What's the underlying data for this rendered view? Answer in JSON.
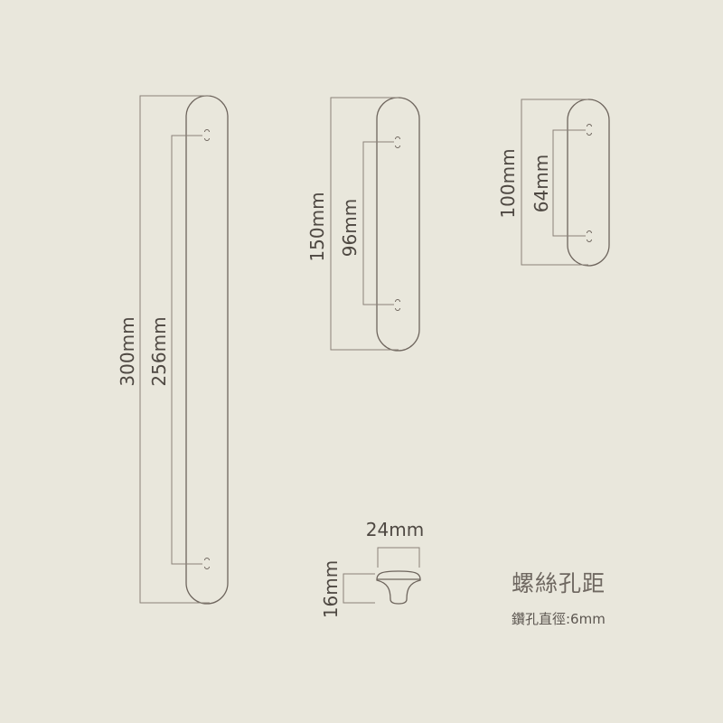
{
  "handles": [
    {
      "id": "handle-300",
      "length_label": "300mm",
      "hole_label": "256mm"
    },
    {
      "id": "handle-150",
      "length_label": "150mm",
      "hole_label": "96mm"
    },
    {
      "id": "handle-100",
      "length_label": "100mm",
      "hole_label": "64mm"
    }
  ],
  "knob": {
    "width_label": "24mm",
    "height_label": "16mm"
  },
  "caption": {
    "title": "螺絲孔距",
    "subtitle": "鑽孔直徑:6mm"
  },
  "colors": {
    "background": "#e9e7dc",
    "line": "#6e655d",
    "text": "#4e4842"
  }
}
